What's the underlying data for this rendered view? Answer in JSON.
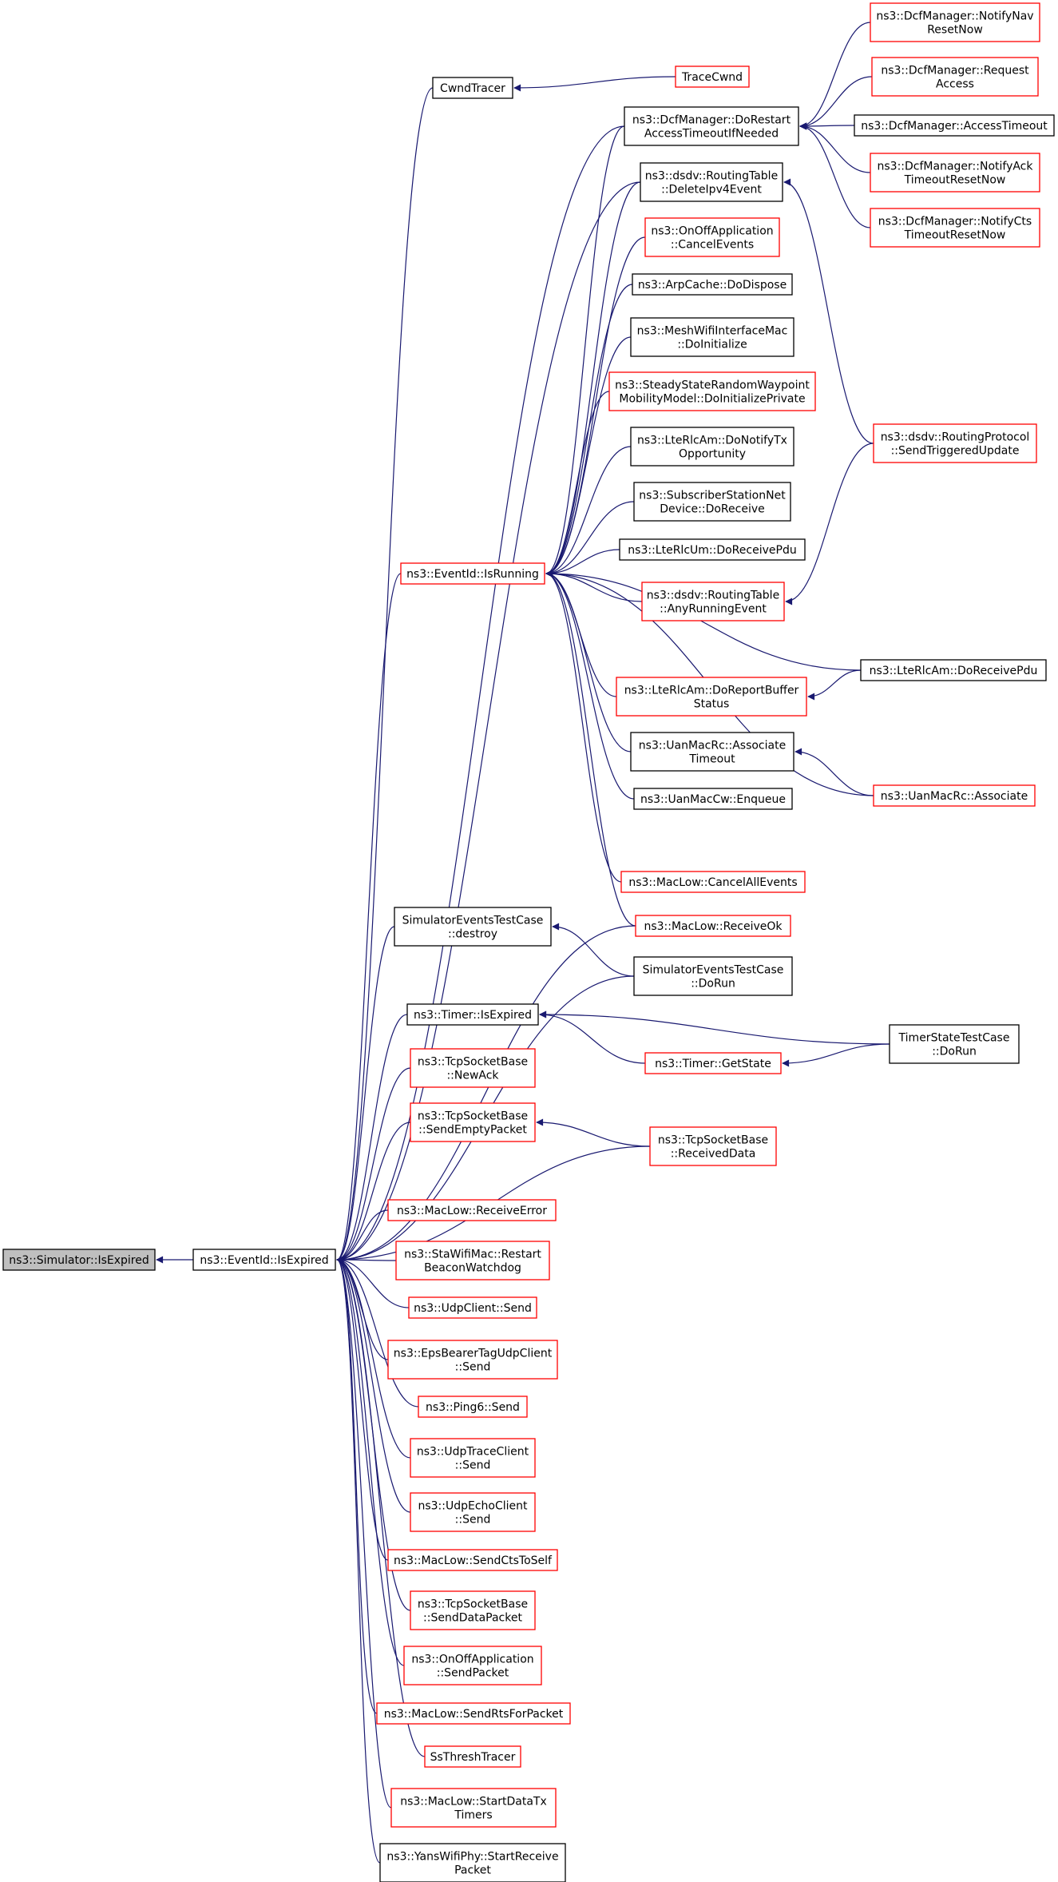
{
  "graph": {
    "title": "",
    "colors": {
      "edge": "#191970",
      "node_border_default": "#000000",
      "node_border_undocumented": "#ff0000",
      "node_fill_root": "#bfbfbf",
      "node_fill": "#ffffff"
    },
    "nodes": [
      {
        "id": "n_simexp",
        "lines": [
          "ns3::Simulator::IsExpired"
        ],
        "style": "root"
      },
      {
        "id": "n_evexp",
        "lines": [
          "ns3::EventId::IsExpired"
        ],
        "style": "black"
      },
      {
        "id": "n_isrun",
        "lines": [
          "ns3::EventId::IsRunning"
        ],
        "style": "red"
      },
      {
        "id": "n_cwndtr",
        "lines": [
          "CwndTracer"
        ],
        "style": "black"
      },
      {
        "id": "n_tracecwnd",
        "lines": [
          "TraceCwnd"
        ],
        "style": "red"
      },
      {
        "id": "n_dcfrestart",
        "lines": [
          "ns3::DcfManager::DoRestart",
          "AccessTimeoutIfNeeded"
        ],
        "style": "black"
      },
      {
        "id": "n_navreset",
        "lines": [
          "ns3::DcfManager::NotifyNav",
          "ResetNow"
        ],
        "style": "red"
      },
      {
        "id": "n_reqacc",
        "lines": [
          "ns3::DcfManager::Request",
          "Access"
        ],
        "style": "red"
      },
      {
        "id": "n_acctimeout",
        "lines": [
          "ns3::DcfManager::AccessTimeout"
        ],
        "style": "black"
      },
      {
        "id": "n_ackreset",
        "lines": [
          "ns3::DcfManager::NotifyAck",
          "TimeoutResetNow"
        ],
        "style": "red"
      },
      {
        "id": "n_ctsreset",
        "lines": [
          "ns3::DcfManager::NotifyCts",
          "TimeoutResetNow"
        ],
        "style": "red"
      },
      {
        "id": "n_delipv4",
        "lines": [
          "ns3::dsdv::RoutingTable",
          "::DeleteIpv4Event"
        ],
        "style": "black"
      },
      {
        "id": "n_onoffcancel",
        "lines": [
          "ns3::OnOffApplication",
          "::CancelEvents"
        ],
        "style": "red"
      },
      {
        "id": "n_arpdispose",
        "lines": [
          "ns3::ArpCache::DoDispose"
        ],
        "style": "black"
      },
      {
        "id": "n_meshinit",
        "lines": [
          "ns3::MeshWifiInterfaceMac",
          "::DoInitialize"
        ],
        "style": "black"
      },
      {
        "id": "n_steady",
        "lines": [
          "ns3::SteadyStateRandomWaypoint",
          "MobilityModel::DoInitializePrivate"
        ],
        "style": "red"
      },
      {
        "id": "n_rlcamtx",
        "lines": [
          "ns3::LteRlcAm::DoNotifyTx",
          "Opportunity"
        ],
        "style": "black"
      },
      {
        "id": "n_subscr",
        "lines": [
          "ns3::SubscriberStationNet",
          "Device::DoReceive"
        ],
        "style": "black"
      },
      {
        "id": "n_rlcum",
        "lines": [
          "ns3::LteRlcUm::DoReceivePdu"
        ],
        "style": "black"
      },
      {
        "id": "n_anyrun",
        "lines": [
          "ns3::dsdv::RoutingTable",
          "::AnyRunningEvent"
        ],
        "style": "red"
      },
      {
        "id": "n_sendtrig",
        "lines": [
          "ns3::dsdv::RoutingProtocol",
          "::SendTriggeredUpdate"
        ],
        "style": "red"
      },
      {
        "id": "n_rlcamrecv",
        "lines": [
          "ns3::LteRlcAm::DoReceivePdu"
        ],
        "style": "black"
      },
      {
        "id": "n_rlcambuf",
        "lines": [
          "ns3::LteRlcAm::DoReportBuffer",
          "Status"
        ],
        "style": "red"
      },
      {
        "id": "n_uanassoctimeout",
        "lines": [
          "ns3::UanMacRc::Associate",
          "Timeout"
        ],
        "style": "black"
      },
      {
        "id": "n_uanenq",
        "lines": [
          "ns3::UanMacCw::Enqueue"
        ],
        "style": "black"
      },
      {
        "id": "n_uanassoc",
        "lines": [
          "ns3::UanMacRc::Associate"
        ],
        "style": "red"
      },
      {
        "id": "n_maccancel",
        "lines": [
          "ns3::MacLow::CancelAllEvents"
        ],
        "style": "red"
      },
      {
        "id": "n_macrecvok",
        "lines": [
          "ns3::MacLow::ReceiveOk"
        ],
        "style": "red"
      },
      {
        "id": "n_simdestroy",
        "lines": [
          "SimulatorEventsTestCase",
          "::destroy"
        ],
        "style": "black"
      },
      {
        "id": "n_simdorun",
        "lines": [
          "SimulatorEventsTestCase",
          "::DoRun"
        ],
        "style": "black"
      },
      {
        "id": "n_timerexp",
        "lines": [
          "ns3::Timer::IsExpired"
        ],
        "style": "black"
      },
      {
        "id": "n_timergetstate",
        "lines": [
          "ns3::Timer::GetState"
        ],
        "style": "red"
      },
      {
        "id": "n_timerstatedorun",
        "lines": [
          "TimerStateTestCase",
          "::DoRun"
        ],
        "style": "black"
      },
      {
        "id": "n_tcpnewack",
        "lines": [
          "ns3::TcpSocketBase",
          "::NewAck"
        ],
        "style": "red"
      },
      {
        "id": "n_tcpsendempty",
        "lines": [
          "ns3::TcpSocketBase",
          "::SendEmptyPacket"
        ],
        "style": "red"
      },
      {
        "id": "n_tcprecvdata",
        "lines": [
          "ns3::TcpSocketBase",
          "::ReceivedData"
        ],
        "style": "red"
      },
      {
        "id": "n_macrecverr",
        "lines": [
          "ns3::MacLow::ReceiveError"
        ],
        "style": "red"
      },
      {
        "id": "n_stawifi",
        "lines": [
          "ns3::StaWifiMac::Restart",
          "BeaconWatchdog"
        ],
        "style": "red"
      },
      {
        "id": "n_udpclient",
        "lines": [
          "ns3::UdpClient::Send"
        ],
        "style": "red"
      },
      {
        "id": "n_epsbearer",
        "lines": [
          "ns3::EpsBearerTagUdpClient",
          "::Send"
        ],
        "style": "red"
      },
      {
        "id": "n_ping6",
        "lines": [
          "ns3::Ping6::Send"
        ],
        "style": "red"
      },
      {
        "id": "n_udptrace",
        "lines": [
          "ns3::UdpTraceClient",
          "::Send"
        ],
        "style": "red"
      },
      {
        "id": "n_udpecho",
        "lines": [
          "ns3::UdpEchoClient",
          "::Send"
        ],
        "style": "red"
      },
      {
        "id": "n_sendcts",
        "lines": [
          "ns3::MacLow::SendCtsToSelf"
        ],
        "style": "red"
      },
      {
        "id": "n_tcpsenddata",
        "lines": [
          "ns3::TcpSocketBase",
          "::SendDataPacket"
        ],
        "style": "red"
      },
      {
        "id": "n_onoffsend",
        "lines": [
          "ns3::OnOffApplication",
          "::SendPacket"
        ],
        "style": "red"
      },
      {
        "id": "n_sendrts",
        "lines": [
          "ns3::MacLow::SendRtsForPacket"
        ],
        "style": "red"
      },
      {
        "id": "n_ssthresh",
        "lines": [
          "SsThreshTracer"
        ],
        "style": "red"
      },
      {
        "id": "n_startdatatx",
        "lines": [
          "ns3::MacLow::StartDataTx",
          "Timers"
        ],
        "style": "red"
      },
      {
        "id": "n_yansrecv",
        "lines": [
          "ns3::YansWifiPhy::StartReceive",
          "Packet"
        ],
        "style": "black"
      }
    ],
    "edges": [
      {
        "from": "n_evexp",
        "to": "n_simexp"
      },
      {
        "from": "n_isrun",
        "to": "n_evexp"
      },
      {
        "from": "n_cwndtr",
        "to": "n_evexp"
      },
      {
        "from": "n_dcfrestart",
        "to": "n_evexp"
      },
      {
        "from": "n_delipv4",
        "to": "n_evexp"
      },
      {
        "from": "n_simdestroy",
        "to": "n_evexp"
      },
      {
        "from": "n_simdorun",
        "to": "n_evexp"
      },
      {
        "from": "n_timerexp",
        "to": "n_evexp"
      },
      {
        "from": "n_tcpnewack",
        "to": "n_evexp"
      },
      {
        "from": "n_tcpsendempty",
        "to": "n_evexp"
      },
      {
        "from": "n_tcprecvdata",
        "to": "n_evexp"
      },
      {
        "from": "n_macrecverr",
        "to": "n_evexp"
      },
      {
        "from": "n_stawifi",
        "to": "n_evexp"
      },
      {
        "from": "n_udpclient",
        "to": "n_evexp"
      },
      {
        "from": "n_epsbearer",
        "to": "n_evexp"
      },
      {
        "from": "n_ping6",
        "to": "n_evexp"
      },
      {
        "from": "n_udptrace",
        "to": "n_evexp"
      },
      {
        "from": "n_udpecho",
        "to": "n_evexp"
      },
      {
        "from": "n_sendcts",
        "to": "n_evexp"
      },
      {
        "from": "n_tcpsenddata",
        "to": "n_evexp"
      },
      {
        "from": "n_onoffsend",
        "to": "n_evexp"
      },
      {
        "from": "n_sendrts",
        "to": "n_evexp"
      },
      {
        "from": "n_ssthresh",
        "to": "n_evexp"
      },
      {
        "from": "n_startdatatx",
        "to": "n_evexp"
      },
      {
        "from": "n_yansrecv",
        "to": "n_evexp"
      },
      {
        "from": "n_macrecvok",
        "to": "n_evexp"
      },
      {
        "from": "n_tracecwnd",
        "to": "n_cwndtr"
      },
      {
        "from": "n_navreset",
        "to": "n_dcfrestart"
      },
      {
        "from": "n_reqacc",
        "to": "n_dcfrestart"
      },
      {
        "from": "n_acctimeout",
        "to": "n_dcfrestart"
      },
      {
        "from": "n_ackreset",
        "to": "n_dcfrestart"
      },
      {
        "from": "n_ctsreset",
        "to": "n_dcfrestart"
      },
      {
        "from": "n_dcfrestart",
        "to": "n_isrun"
      },
      {
        "from": "n_delipv4",
        "to": "n_isrun"
      },
      {
        "from": "n_onoffcancel",
        "to": "n_isrun"
      },
      {
        "from": "n_arpdispose",
        "to": "n_isrun"
      },
      {
        "from": "n_meshinit",
        "to": "n_isrun"
      },
      {
        "from": "n_steady",
        "to": "n_isrun"
      },
      {
        "from": "n_rlcamtx",
        "to": "n_isrun"
      },
      {
        "from": "n_subscr",
        "to": "n_isrun"
      },
      {
        "from": "n_rlcum",
        "to": "n_isrun"
      },
      {
        "from": "n_anyrun",
        "to": "n_isrun"
      },
      {
        "from": "n_rlcamrecv",
        "to": "n_isrun"
      },
      {
        "from": "n_rlcambuf",
        "to": "n_isrun"
      },
      {
        "from": "n_uanassoctimeout",
        "to": "n_isrun"
      },
      {
        "from": "n_uanenq",
        "to": "n_isrun"
      },
      {
        "from": "n_uanassoc",
        "to": "n_isrun"
      },
      {
        "from": "n_maccancel",
        "to": "n_isrun"
      },
      {
        "from": "n_macrecvok",
        "to": "n_isrun"
      },
      {
        "from": "n_sendtrig",
        "to": "n_delipv4"
      },
      {
        "from": "n_sendtrig",
        "to": "n_anyrun"
      },
      {
        "from": "n_rlcamrecv",
        "to": "n_rlcambuf"
      },
      {
        "from": "n_uanassoc",
        "to": "n_uanassoctimeout"
      },
      {
        "from": "n_simdorun",
        "to": "n_simdestroy"
      },
      {
        "from": "n_timerstatedorun",
        "to": "n_timerexp"
      },
      {
        "from": "n_timergetstate",
        "to": "n_timerexp"
      },
      {
        "from": "n_timerstatedorun",
        "to": "n_timergetstate"
      },
      {
        "from": "n_tcprecvdata",
        "to": "n_tcpsendempty"
      }
    ]
  }
}
